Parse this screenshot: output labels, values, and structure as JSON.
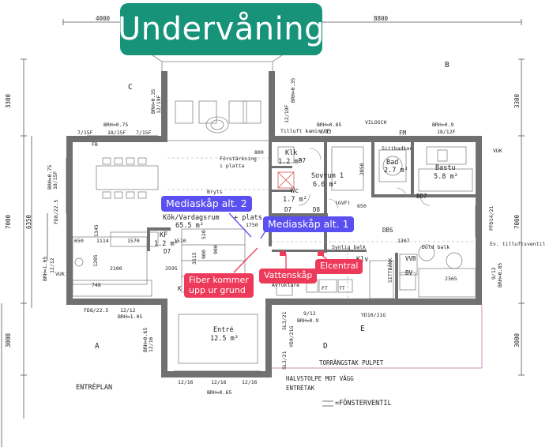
{
  "title": "Undervåning",
  "colors": {
    "badge": "#17937a",
    "media_tag": "#5a4ff0",
    "install_tag": "#ee3a5a",
    "walls": "#707070"
  },
  "dimensions": {
    "top_left": "4000",
    "top_right": "8800",
    "left_upper": "3300",
    "left_middle": "7000",
    "left_inner": "6350",
    "left_lower": "3000",
    "right_upper": "3300",
    "right_middle": "7000",
    "right_lower": "3000"
  },
  "zones": {
    "b": "B",
    "c": "C",
    "a": "A",
    "d": "D",
    "e": "E"
  },
  "rooms": {
    "kok": "Kök/Vardagsrum",
    "kok_extra": "+ plats",
    "kok_area": "65.5 m²",
    "klk": "Klk",
    "klk_area": "1.2 m²",
    "sovrum": "Sovrum 1",
    "sovrum_area": "6.6 m²",
    "wc": "Wc",
    "wc_area": "1.7 m²",
    "bad": "Bad",
    "bad_area": "2.7 m²",
    "bastu": "Bastu",
    "bastu_area": "5.8 m²",
    "kf": "KF",
    "kf_area": "1.2 m²",
    "entre": "Entré",
    "entre_area": "12.5 m²",
    "klv": "Klv",
    "dbs": "DBS",
    "vvb": "VVB",
    "bv": "BV"
  },
  "labels": {
    "brh_075_c": "BRH=0.75",
    "frac_7_15f_a": "7/15F",
    "frac_18_15f": "18/15F",
    "frac_7_15f_b": "7/15F",
    "brh_085_top": "BRH=0.85",
    "frac_9_12": "9/12",
    "brh_09_top": "BRH=0.9",
    "frac_18_12f": "18/12F",
    "fm": "FM",
    "vilosch": "VILOSCH",
    "vuk": "VUK",
    "brh_035_v": "BRH=0.35",
    "frac_12_19f_v": "12/19F",
    "brh_035_v2": "BRH=0.35",
    "frac_12_19f_v2": "12/19F",
    "brh_075_l": "BRH=0.75",
    "frac_18_15f_l": "18/15F",
    "fd8_225_l": "FD8/22.5",
    "brh_105_l": "BRH=1.05",
    "frac_12_12_l": "12/12",
    "vuk_l": "VUK",
    "tilluft": "Tilluft kamin/OP",
    "forstarkning": "Förstärkning",
    "i_platta": "i platta",
    "d7_a": "D7",
    "d7_b": "D7",
    "d8": "D8",
    "d7_c": "D7",
    "gvf": "(GVF)",
    "bd7": "BD7",
    "sittbadkar": "Sittbadkar",
    "sittbank": "SITTBÄNK",
    "dold_balk": "Dold balk",
    "synlig_balk": "Synlig balk",
    "pfd_14_21": "PFD14/21",
    "ev_tilluft": "Ev. tilluftsventil",
    "brh_085_r": "BRH=0.85",
    "frac_9_12_r": "9/12",
    "n650": "650",
    "n2050": "2050",
    "n1307": "1307",
    "n2365": "2365",
    "n1345": "1345",
    "n1570": "1570",
    "n1510": "1510",
    "n1114": "1114",
    "n1205": "1205",
    "n2100": "2100",
    "n2595": "2595",
    "n900_a": "900",
    "n900_b": "900",
    "n520": "520",
    "n3515": "3515",
    "n1750": "1750",
    "n800": "800",
    "n748": "748",
    "n650_b": "650",
    "fd8_225_b": "FD8/22.5",
    "frac_12_12_b": "12/12",
    "brh_105_b": "BRH=1.05",
    "brh_065_v": "BRH=0.65",
    "frac_12_16_v": "12/16",
    "frac_9_12_e": "9/12",
    "brh_09_e": "BRH=0.9",
    "yd10_21g": "YD10/21G",
    "sl3_21_a": "SL3/21",
    "yd9_21g": "YD9/21G",
    "sl3_21_b": "SL3/21",
    "frac_12_16_a": "12/16",
    "frac_12_16_b": "12/16",
    "frac_12_16_c": "12/16",
    "brh_065_b": "BRH=0.65",
    "avfukt": "Avfuktare",
    "k": "K",
    "ft": "FT",
    "tt": "TT",
    "entreplan": "ENTRÉPLAN",
    "torrangstak": "TORRÄNGSTAK PULPET",
    "halvstolpe": "HALVSTOLPE MOT VÄGG",
    "entretak": "ENTRÉTAK",
    "fonsterventil": "=FÖNSTERVENTIL",
    "bryts": "Bryts",
    "fb": "FB"
  },
  "tags": {
    "media2": "Mediaskåp alt. 2",
    "media1": "Mediaskåp alt. 1",
    "elcentral": "Elcentral",
    "vattenskap": "Vattenskåp",
    "fiber_line1": "Fiber kommer",
    "fiber_line2": "upp ur grund"
  }
}
